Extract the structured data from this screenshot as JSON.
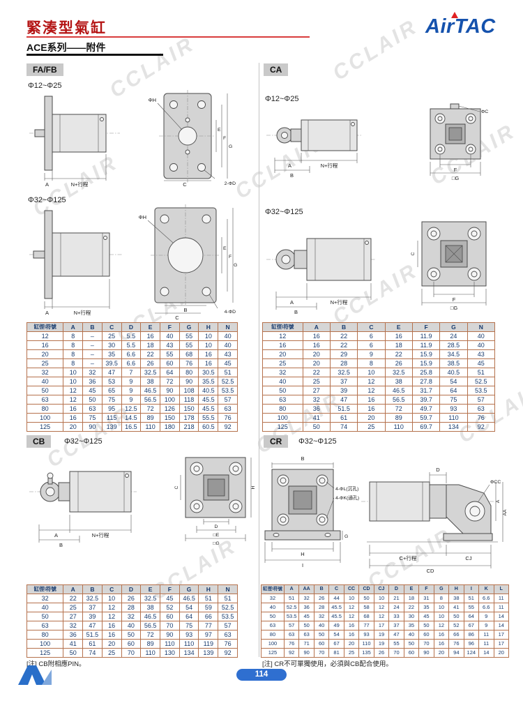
{
  "page": {
    "title": "緊湊型氣缸",
    "subtitle": "ACE系列——附件",
    "brand": "AirTAC",
    "page_number": "114",
    "watermark": "CCLAIR"
  },
  "sections": {
    "fafb": {
      "label": "FA/FB",
      "range_small": "Φ12~Φ25",
      "range_large": "Φ32~Φ125",
      "dims_small": {
        "a": "A",
        "n": "N+行程",
        "h": "ΦH",
        "e": "E",
        "f": "F",
        "g": "G",
        "c": "C",
        "holes": "2-ΦD"
      },
      "dims_large": {
        "a": "A",
        "n": "N+行程",
        "h": "ΦH",
        "e": "E",
        "f": "F",
        "g": "G",
        "b": "B",
        "c": "C",
        "holes": "4-ΦD"
      },
      "table": {
        "headers": [
          "缸徑\\符號",
          "A",
          "B",
          "C",
          "D",
          "E",
          "F",
          "G",
          "H",
          "N"
        ],
        "rows": [
          [
            "12",
            "8",
            "–",
            "25",
            "5.5",
            "16",
            "40",
            "55",
            "10",
            "40"
          ],
          [
            "16",
            "8",
            "–",
            "30",
            "5.5",
            "18",
            "43",
            "55",
            "10",
            "40"
          ],
          [
            "20",
            "8",
            "–",
            "35",
            "6.6",
            "22",
            "55",
            "68",
            "16",
            "43"
          ],
          [
            "25",
            "8",
            "–",
            "39.5",
            "6.6",
            "26",
            "60",
            "76",
            "16",
            "45"
          ],
          [
            "32",
            "10",
            "32",
            "47",
            "7",
            "32.5",
            "64",
            "80",
            "30.5",
            "51"
          ],
          [
            "40",
            "10",
            "36",
            "53",
            "9",
            "38",
            "72",
            "90",
            "35.5",
            "52.5"
          ],
          [
            "50",
            "12",
            "45",
            "65",
            "9",
            "46.5",
            "90",
            "108",
            "40.5",
            "53.5"
          ],
          [
            "63",
            "12",
            "50",
            "75",
            "9",
            "56.5",
            "100",
            "118",
            "45.5",
            "57"
          ],
          [
            "80",
            "16",
            "63",
            "95",
            "12.5",
            "72",
            "126",
            "150",
            "45.5",
            "63"
          ],
          [
            "100",
            "16",
            "75",
            "115",
            "14.5",
            "89",
            "150",
            "178",
            "55.5",
            "76"
          ],
          [
            "125",
            "20",
            "90",
            "139",
            "16.5",
            "110",
            "180",
            "218",
            "60.5",
            "92"
          ]
        ]
      }
    },
    "ca": {
      "label": "CA",
      "range_small": "Φ12~Φ25",
      "range_large": "Φ32~Φ125",
      "dims_small": {
        "a": "A",
        "b": "B",
        "n": "N+行程",
        "c": "ΦC",
        "f": "F",
        "g": "□G"
      },
      "dims_large": {
        "a": "A",
        "b": "B",
        "n": "N+行程",
        "c": "C",
        "f": "F",
        "g": "□G"
      },
      "table": {
        "headers": [
          "缸徑\\符號",
          "A",
          "B",
          "C",
          "E",
          "F",
          "G",
          "N"
        ],
        "rows": [
          [
            "12",
            "16",
            "22",
            "6",
            "16",
            "11.9",
            "24",
            "40"
          ],
          [
            "16",
            "16",
            "22",
            "6",
            "18",
            "11.9",
            "28.5",
            "40"
          ],
          [
            "20",
            "20",
            "29",
            "9",
            "22",
            "15.9",
            "34.5",
            "43"
          ],
          [
            "25",
            "20",
            "28",
            "8",
            "26",
            "15.9",
            "38.5",
            "45"
          ],
          [
            "32",
            "22",
            "32.5",
            "10",
            "32.5",
            "25.8",
            "40.5",
            "51"
          ],
          [
            "40",
            "25",
            "37",
            "12",
            "38",
            "27.8",
            "54",
            "52.5"
          ],
          [
            "50",
            "27",
            "39",
            "12",
            "46.5",
            "31.7",
            "64",
            "53.5"
          ],
          [
            "63",
            "32",
            "47",
            "16",
            "56.5",
            "39.7",
            "75",
            "57"
          ],
          [
            "80",
            "36",
            "51.5",
            "16",
            "72",
            "49.7",
            "93",
            "63"
          ],
          [
            "100",
            "41",
            "61",
            "20",
            "89",
            "59.7",
            "110",
            "76"
          ],
          [
            "125",
            "50",
            "74",
            "25",
            "110",
            "69.7",
            "134",
            "92"
          ]
        ]
      }
    },
    "cb": {
      "label": "CB",
      "range": "Φ32~Φ125",
      "dims": {
        "a": "A",
        "b": "B",
        "n": "N+行程",
        "c": "C",
        "h": "H",
        "d": "D",
        "e": "□E",
        "g": "□G"
      },
      "note": "[注] CB附相應PIN。",
      "table": {
        "headers": [
          "缸徑\\符號",
          "A",
          "B",
          "C",
          "D",
          "E",
          "F",
          "G",
          "H",
          "N"
        ],
        "rows": [
          [
            "32",
            "22",
            "32.5",
            "10",
            "26",
            "32.5",
            "45",
            "46.5",
            "51",
            "51"
          ],
          [
            "40",
            "25",
            "37",
            "12",
            "28",
            "38",
            "52",
            "54",
            "59",
            "52.5"
          ],
          [
            "50",
            "27",
            "39",
            "12",
            "32",
            "46.5",
            "60",
            "64",
            "66",
            "53.5"
          ],
          [
            "63",
            "32",
            "47",
            "16",
            "40",
            "56.5",
            "70",
            "75",
            "77",
            "57"
          ],
          [
            "80",
            "36",
            "51.5",
            "16",
            "50",
            "72",
            "90",
            "93",
            "97",
            "63"
          ],
          [
            "100",
            "41",
            "61",
            "20",
            "60",
            "89",
            "110",
            "110",
            "119",
            "76"
          ],
          [
            "125",
            "50",
            "74",
            "25",
            "70",
            "110",
            "130",
            "134",
            "139",
            "92"
          ]
        ]
      }
    },
    "cr": {
      "label": "CR",
      "range": "Φ32~Φ125",
      "dims": {
        "b": "B",
        "l": "4-ΦL(沉孔)",
        "k": "4-ΦK(通孔)",
        "g": "G",
        "h": "H",
        "i": "I",
        "d": "D",
        "cc": "ΦCC",
        "a": "A",
        "aa": "AA",
        "cstroke": "C+行程",
        "cj": "CJ",
        "cd": "CD"
      },
      "note": "[注] CR不可單獨使用，必須與CB配合使用。",
      "table": {
        "headers": [
          "缸徑\\符號",
          "A",
          "AA",
          "B",
          "C",
          "CC",
          "CD",
          "CJ",
          "D",
          "E",
          "F",
          "G",
          "H",
          "I",
          "K",
          "L"
        ],
        "rows": [
          [
            "32",
            "51",
            "32",
            "26",
            "44",
            "10",
            "50",
            "10",
            "21",
            "18",
            "31",
            "8",
            "38",
            "51",
            "6.6",
            "11"
          ],
          [
            "40",
            "52.5",
            "36",
            "28",
            "45.5",
            "12",
            "58",
            "12",
            "24",
            "22",
            "35",
            "10",
            "41",
            "55",
            "6.6",
            "11"
          ],
          [
            "50",
            "53.5",
            "45",
            "32",
            "45.5",
            "12",
            "68",
            "12",
            "33",
            "30",
            "45",
            "10",
            "50",
            "64",
            "9",
            "14"
          ],
          [
            "63",
            "57",
            "50",
            "40",
            "49",
            "16",
            "77",
            "17",
            "37",
            "35",
            "50",
            "12",
            "52",
            "67",
            "9",
            "14"
          ],
          [
            "80",
            "63",
            "63",
            "50",
            "54",
            "16",
            "93",
            "19",
            "47",
            "40",
            "60",
            "16",
            "66",
            "86",
            "11",
            "17"
          ],
          [
            "100",
            "76",
            "71",
            "60",
            "67",
            "20",
            "110",
            "19",
            "55",
            "50",
            "70",
            "16",
            "76",
            "96",
            "11",
            "17"
          ],
          [
            "125",
            "92",
            "90",
            "70",
            "81",
            "25",
            "135",
            "26",
            "70",
            "60",
            "90",
            "20",
            "94",
            "124",
            "14",
            "20"
          ]
        ]
      }
    }
  }
}
